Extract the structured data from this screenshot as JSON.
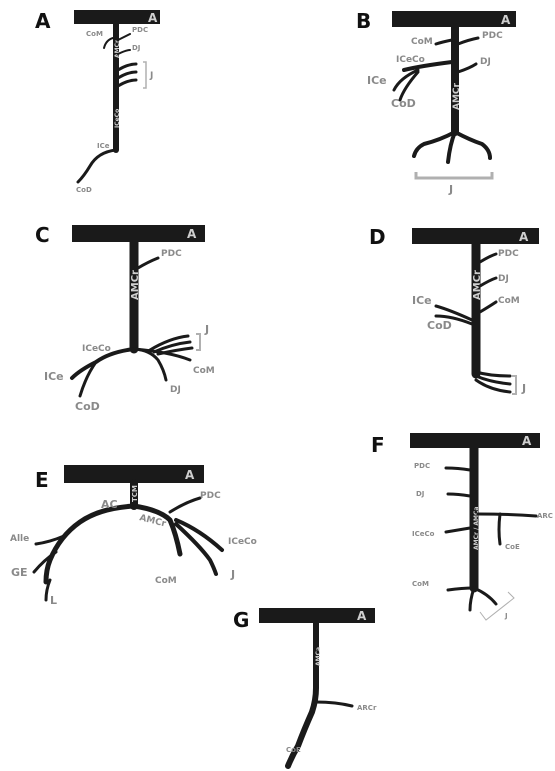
{
  "colors": {
    "vessel": "#1a1a1a",
    "label": "#8a8a8a",
    "bar_text": "#cfcfcf",
    "bracket": "#b0b0b0"
  },
  "panels": {
    "A": {
      "letter": "A",
      "bar": "A",
      "stem": "AMCr",
      "stem2": "ICeCo",
      "labels": {
        "com": "CoM",
        "pdc": "PDC",
        "dj": "DJ",
        "j": "J",
        "ice": "ICe",
        "cod": "CoD"
      }
    },
    "B": {
      "letter": "B",
      "bar": "A",
      "stem": "AMCr",
      "labels": {
        "com": "CoM",
        "pdc": "PDC",
        "iceco": "ICeCo",
        "dj": "DJ",
        "ice": "ICe",
        "cod": "CoD",
        "j": "J"
      }
    },
    "C": {
      "letter": "C",
      "bar": "A",
      "stem": "AMCr",
      "labels": {
        "pdc": "PDC",
        "j": "J",
        "iceco": "ICeCo",
        "ice": "ICe",
        "com": "CoM",
        "dj": "DJ",
        "cod": "CoD"
      }
    },
    "D": {
      "letter": "D",
      "bar": "A",
      "stem": "AMCr",
      "labels": {
        "pdc": "PDC",
        "dj": "DJ",
        "ice": "ICe",
        "com": "CoM",
        "cod": "CoD",
        "j": "J"
      }
    },
    "E": {
      "letter": "E",
      "bar": "A",
      "stem": "TCM",
      "labels": {
        "ac": "AC",
        "amcr": "AMCr",
        "pdc": "PDC",
        "alle": "Alle",
        "iceco": "ICeCo",
        "ge": "GE",
        "com": "CoM",
        "j": "J",
        "l": "L"
      }
    },
    "F": {
      "letter": "F",
      "bar": "A",
      "stem": "AMCr / AMCa",
      "labels": {
        "pdc": "PDC",
        "dj": "DJ",
        "arc": "ARC",
        "iceco": "ICeCo",
        "coe": "CoE",
        "com": "CoM",
        "j": "J"
      }
    },
    "G": {
      "letter": "G",
      "bar": "A",
      "stem": "AMCa",
      "labels": {
        "arcr": "ARCr",
        "coe": "CoE"
      }
    }
  }
}
